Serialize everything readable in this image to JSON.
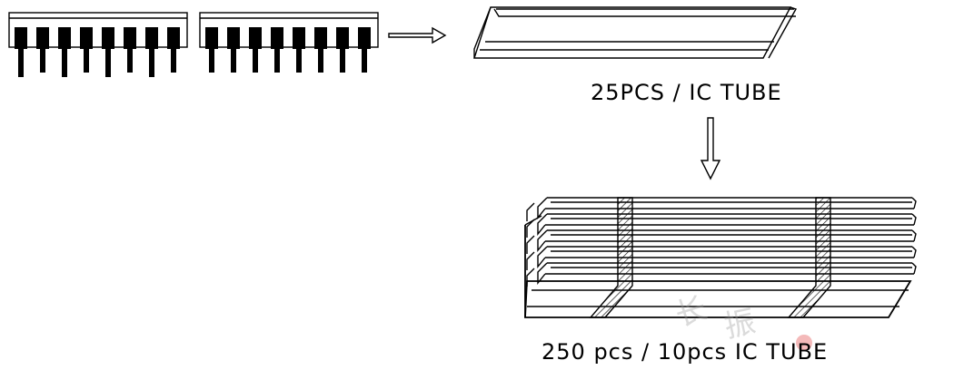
{
  "diagram": {
    "tube_caption": "25PCS  /   IC  TUBE",
    "bundle_caption": "250  pcs  /  10pcs  IC  TUBE",
    "package_units": [
      {
        "pin_count": 8
      },
      {
        "pin_count": 8
      }
    ],
    "bundle_tube_rows": 5,
    "colors": {
      "line": "#000000",
      "watermark": "#e03a3a"
    }
  }
}
